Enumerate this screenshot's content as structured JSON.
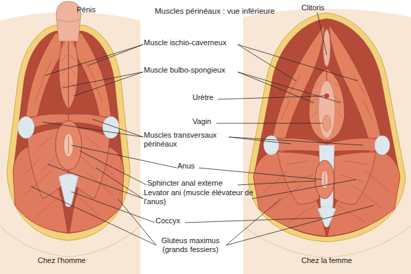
{
  "diagram": {
    "title": "Muscles périnéaux : vue inférieure",
    "labels": [
      "Pénis",
      "Clitoris",
      "Muscle ischio-caverneux",
      "Muscle bulbo-spongieux",
      "Urètre",
      "Vagin",
      "Muscles transversaux périnéaux",
      "Anus",
      "Sphincter anal externe",
      "Levator ani (muscle élévateur de l'anus)",
      "Coccyx",
      "Gluteus maximus (grands fessiers)",
      "Chez l'homme",
      "Chez la femme"
    ]
  }
}
